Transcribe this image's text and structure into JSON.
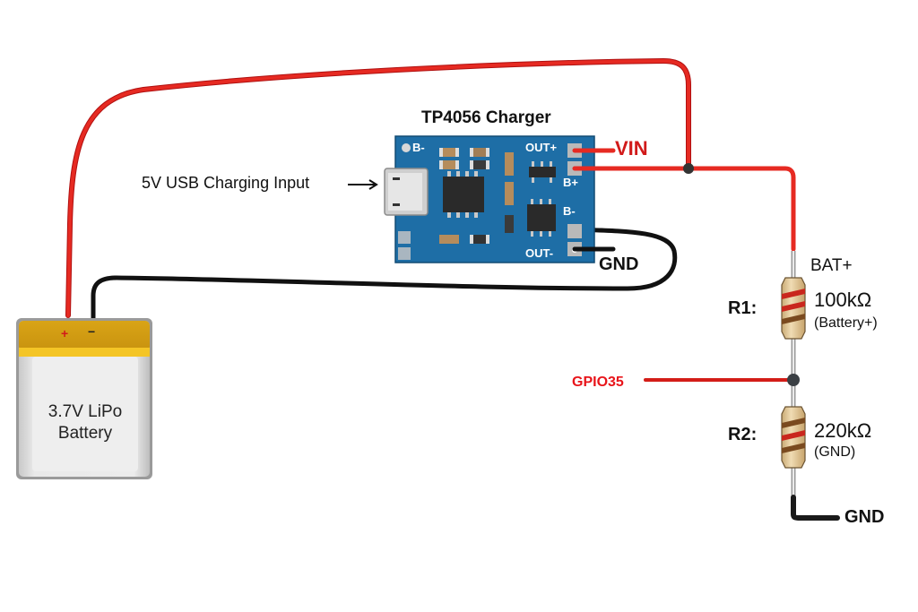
{
  "diagram": {
    "title": "Battery Voltage Monitoring Circuit",
    "charger": {
      "title": "TP4056 Charger",
      "pads": {
        "b_minus_left": "B-",
        "out_plus": "OUT+",
        "b_plus": "B+",
        "b_minus_right": "B-",
        "out_minus": "OUT-"
      }
    },
    "usb_input": {
      "label": "5V USB Charging Input",
      "arrow": "→"
    },
    "vin_label": "VIN",
    "gnd_label_charger": "GND",
    "battery": {
      "line1": "3.7V LiPo",
      "line2": "Battery",
      "plus": "+",
      "minus": "−"
    },
    "divider": {
      "bat_plus_label": "BAT+",
      "r1": {
        "name": "R1:",
        "value": "100kΩ",
        "note": "(Battery+)"
      },
      "r2": {
        "name": "R2:",
        "value": "220kΩ",
        "note": "(GND)"
      },
      "gpio_label": "GPIO35",
      "gnd_label": "GND"
    },
    "colors": {
      "wire_red": "#e0201c",
      "wire_black": "#1a1a1a",
      "pcb_blue": "#1f6fa8",
      "gpio_red": "#e8141a",
      "battery_yellow": "#e7b21c",
      "resistor_body": "#e3c99a"
    }
  }
}
